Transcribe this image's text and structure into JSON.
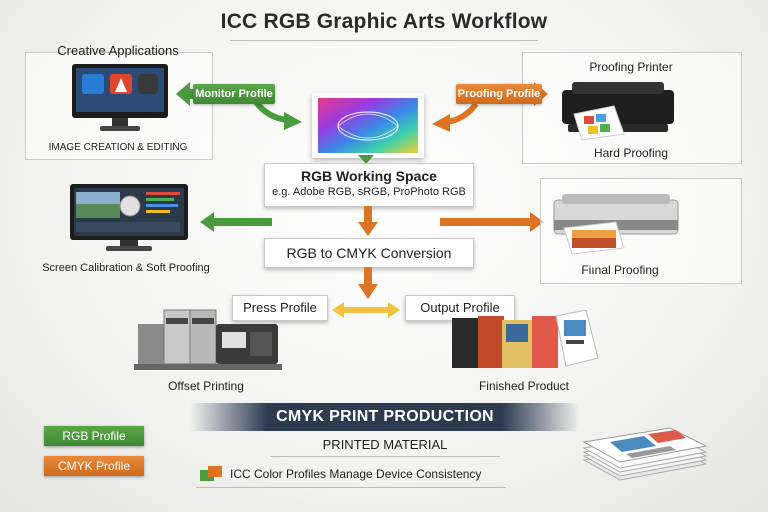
{
  "title": "ICC RGB Graphic Arts Workflow",
  "creative": {
    "heading": "Creative Applications",
    "caption": "IMAGE CREATION & EDITING"
  },
  "proofing_printer": {
    "heading": "Proofing Printer",
    "caption": "Hard Proofing"
  },
  "monitor_profile": "Monitor Profile",
  "proofing_profile": "Proofing Profile",
  "working_space": {
    "title": "RGB Working Space",
    "subtitle": "e.g. Adobe RGB, sRGB, ProPhoto RGB"
  },
  "conversion": "RGB to CMYK Conversion",
  "screen_calibration": "Screen Calibration & Soft Proofing",
  "final_proofing": "Fiınal Proofing",
  "press_profile": "Press Profile",
  "output_profile": "Output Profile",
  "offset_printing": "Offset Printing",
  "finished_product": "Finished Product",
  "banner": "CMYK PRINT PRODUCTION",
  "printed_material": "PRINTED MATERIAL",
  "legend": {
    "rgb": "RGB Profile",
    "cmyk": "CMYK Profile",
    "note": "ICC Color Profiles Manage Device Consistency"
  },
  "colors": {
    "green": "#4a9a3e",
    "orange": "#dc7424",
    "navy": "#2d3a50"
  }
}
